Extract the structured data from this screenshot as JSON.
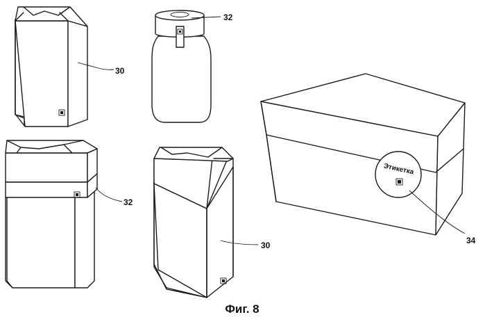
{
  "refs": {
    "carton_top_left": "30",
    "bottle_seal": "32",
    "pack_bottom_left_band": "32",
    "pack_bottom_mid": "30",
    "box_label": "34"
  },
  "label_text": "Этикетка",
  "caption": "Фиг. 8",
  "colors": {
    "line": "#1a1a1a",
    "background": "#ffffff"
  }
}
